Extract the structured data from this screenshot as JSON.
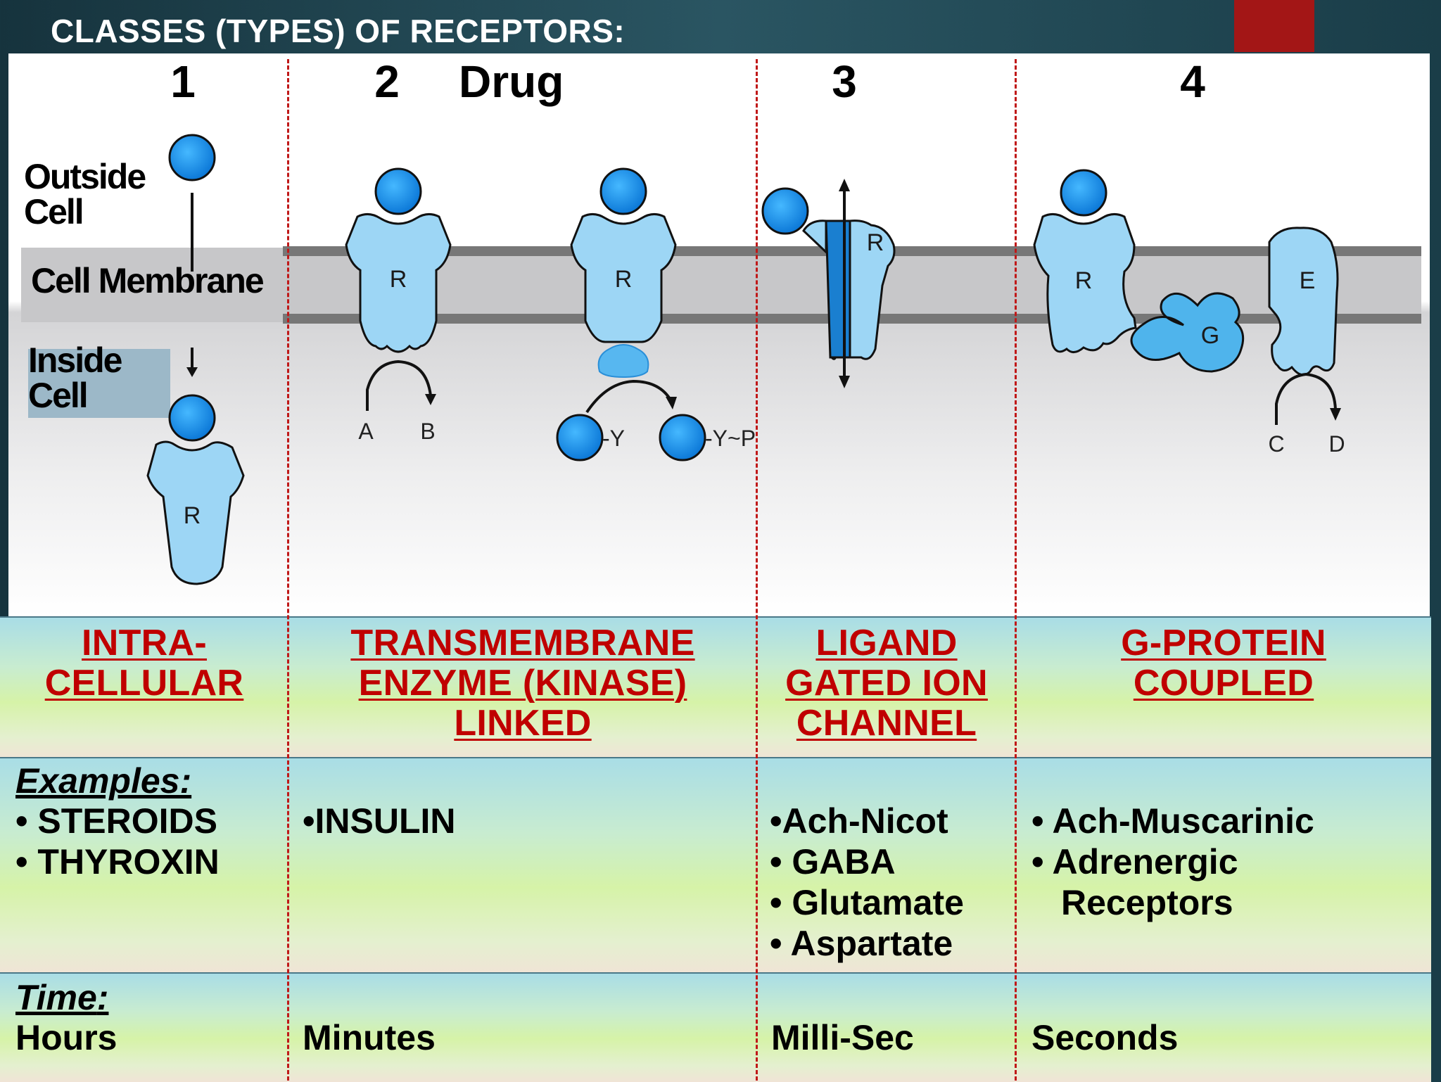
{
  "slide": {
    "title": "CLASSES (TYPES) OF RECEPTORS:"
  },
  "diagram": {
    "numbers": [
      "1",
      "2",
      "3",
      "4"
    ],
    "drug_label": "Drug",
    "outside_label": [
      "Outside",
      "Cell"
    ],
    "membrane_label": "Cell Membrane",
    "inside_label": [
      "Inside",
      "Cell"
    ],
    "receptor_letter": "R",
    "enzyme_letter": "E",
    "gprotein_letter": "G",
    "substrates": [
      "A",
      "B",
      "C",
      "D"
    ],
    "kinase_substrate": "-Y",
    "kinase_product": "-Y~P"
  },
  "colors": {
    "ligand": "#1e90e8",
    "receptor": "#9dd6f5",
    "channel": "#1a7fd0",
    "gprotein": "#4fb4ec",
    "membrane": "#c7c7c9",
    "header_text": "#c00000",
    "divider": "#c01818"
  },
  "classes": [
    {
      "header": [
        "INTRA-",
        "CELLULAR"
      ],
      "examples": [
        "• STEROIDS",
        "• THYROXIN"
      ],
      "time": "Hours"
    },
    {
      "header": [
        "TRANSMEMBRANE",
        "ENZYME (KINASE)",
        "LINKED"
      ],
      "examples": [
        "•INSULIN"
      ],
      "time": "Minutes"
    },
    {
      "header": [
        "LIGAND",
        "GATED ION",
        "CHANNEL"
      ],
      "examples": [
        "•Ach-Nicot",
        "• GABA",
        "• Glutamate",
        "• Aspartate"
      ],
      "time": "Milli-Sec"
    },
    {
      "header": [
        "G-PROTEIN",
        "COUPLED"
      ],
      "examples": [
        "• Ach-Muscarinic",
        "• Adrenergic",
        "Receptors"
      ],
      "time": "Seconds"
    }
  ],
  "row_labels": {
    "examples": "Examples",
    "time": "Time"
  }
}
